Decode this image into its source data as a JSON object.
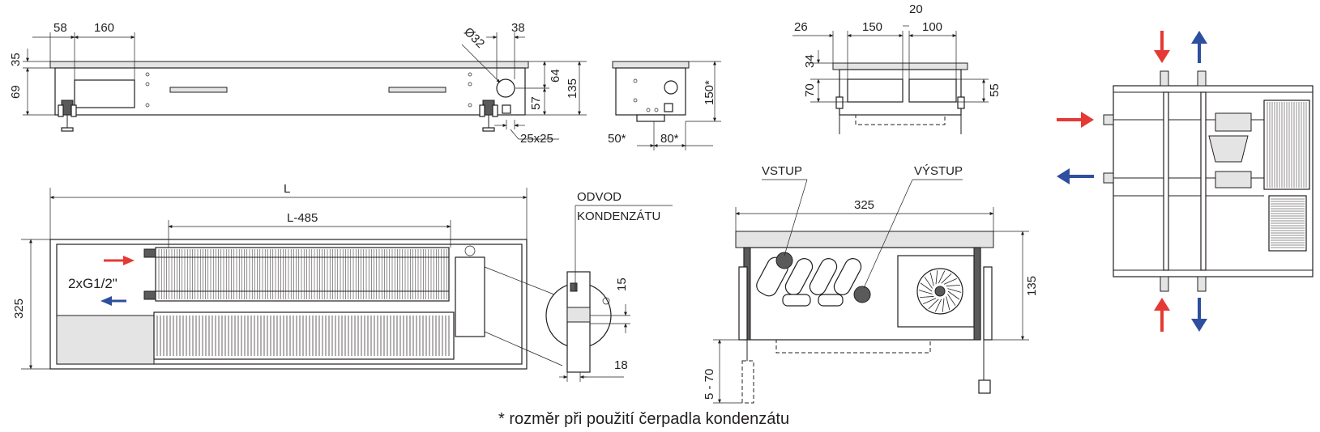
{
  "front_view": {
    "dims": {
      "d58": "58",
      "d160": "160",
      "d38": "38",
      "d35": "35",
      "d69": "69",
      "d64": "64",
      "d57": "57",
      "d135": "135",
      "phi32": "Ø32",
      "d25x25": "25x25"
    }
  },
  "side_view": {
    "dims": {
      "d150s": "150*",
      "d50s": "50*",
      "d80s": "80*"
    }
  },
  "end_view": {
    "dims": {
      "d26": "26",
      "d150": "150",
      "d20": "20",
      "d100": "100",
      "d34": "34",
      "d70": "70",
      "d55": "55"
    }
  },
  "top_view": {
    "dims": {
      "L": "L",
      "L485": "L-485",
      "d325": "325"
    },
    "connection_label": "2xG1/2\""
  },
  "detail_view": {
    "label_line1": "ODVOD",
    "label_line2": "KONDENZÁTU",
    "dims": {
      "d15": "15",
      "d18": "18"
    }
  },
  "section_view": {
    "inlet_label": "VSTUP",
    "outlet_label": "VÝSTUP",
    "dims": {
      "d325": "325",
      "d135": "135",
      "d5_70": "5 - 70"
    }
  },
  "flow_view": {
    "colors": {
      "supply": "#e53935",
      "return": "#2e4f9e"
    }
  },
  "footnote": "* rozměr při použití čerpadla kondenzátu"
}
